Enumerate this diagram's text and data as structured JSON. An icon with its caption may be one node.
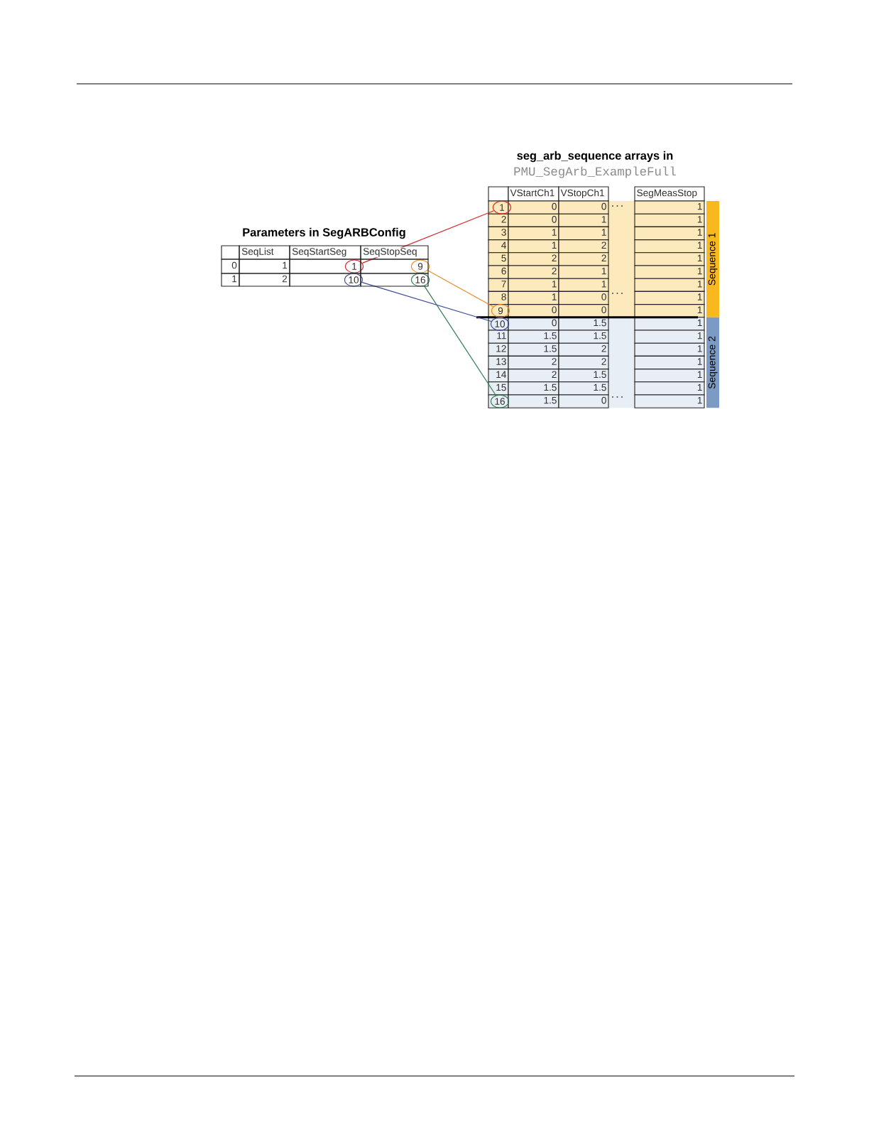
{
  "diagram": {
    "nodes": [
      {
        "text": [
          "1"
        ]
      },
      {
        "text": [
          "9"
        ]
      },
      {
        "text": [
          "10"
        ]
      },
      {
        "text": [
          "16"
        ]
      },
      {
        "text": [
          "1"
        ]
      },
      {
        "text": [
          "9"
        ]
      },
      {
        "text": [
          "10"
        ]
      },
      {
        "text": [
          "16"
        ]
      },
      {
        "text": [
          "Sequence 1"
        ]
      },
      {
        "text": [
          "Sequence 2"
        ]
      }
    ],
    "edges": [
      {
        "from": 0,
        "to": 4,
        "arrow": "none",
        "color": "#d9262b"
      },
      {
        "from": 1,
        "to": 5,
        "arrow": "none",
        "color": "#ec8a2c"
      },
      {
        "from": 2,
        "to": 6,
        "arrow": "none",
        "color": "#3b4b9c"
      },
      {
        "from": 3,
        "to": 7,
        "arrow": "none",
        "color": "#2f7d50"
      }
    ],
    "labels": [
      "Parameters in SegARBConfig",
      "SeqList",
      "SeqStartSeg",
      "SeqStopSeq",
      "0",
      "1",
      "1",
      "2",
      "seg_arb_sequence arrays in",
      "PMU_SegArb_ExampleFull",
      "VStartCh1",
      "VStopCh1",
      "SegMeasStop",
      "0",
      "0",
      "1",
      "2",
      "0",
      "1",
      "1",
      "3",
      "1",
      "1",
      "1",
      "4",
      "1",
      "2",
      "1",
      "5",
      "2",
      "2",
      "1",
      "6",
      "2",
      "1",
      "1",
      "7",
      "1",
      "1",
      "1",
      "8",
      "1",
      "0",
      "1",
      "0",
      "0",
      "1",
      "0",
      "1.5",
      "1",
      "11",
      "1.5",
      "1.5",
      "1",
      "12",
      "1.5",
      "2",
      "1",
      "13",
      "2",
      "2",
      "1",
      "14",
      "2",
      "1.5",
      "1",
      "15",
      "1.5",
      "1.5",
      "1",
      "1.5",
      "0",
      "1"
    ]
  }
}
